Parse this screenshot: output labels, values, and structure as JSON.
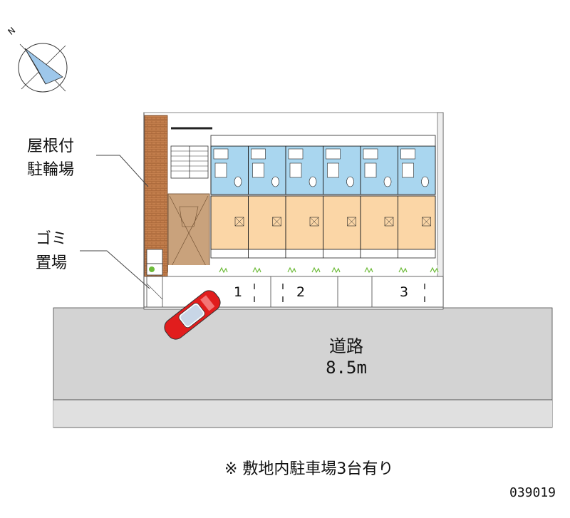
{
  "compass": {
    "north_letter": "N",
    "icon": "compass-rose-icon"
  },
  "labels": {
    "bike_parking_line1": "屋根付",
    "bike_parking_line2": "駐輪場",
    "garbage_line1": "ゴミ",
    "garbage_line2": "置場"
  },
  "parking_spaces": [
    "1",
    "2",
    "3"
  ],
  "road": {
    "name": "道路",
    "width": "8.5m"
  },
  "note": "※ 敷地内駐車場3台有り",
  "property_code": "039019",
  "units": {
    "count": 6
  },
  "colors": {
    "road": "#d3d3d3",
    "unit_wet_area": "#a9d6ef",
    "unit_room": "#fbd6a6",
    "brick": "#c47f4d",
    "bike_roof": "#c9a27c",
    "grass": "#6dbb3a",
    "car": "#e11d1d"
  }
}
